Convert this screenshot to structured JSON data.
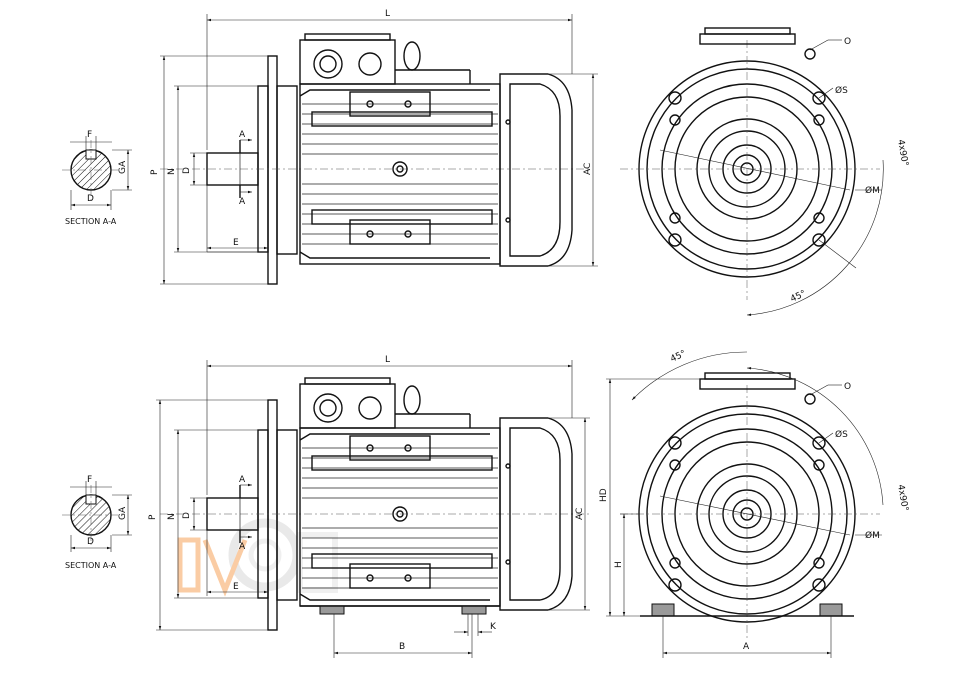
{
  "top_view": {
    "side": {
      "L": "L",
      "AC": "AC",
      "P": "P",
      "N": "N",
      "D": "D",
      "E": "E",
      "A1": "A",
      "A2": "A"
    },
    "section": {
      "F": "F",
      "GA": "GA",
      "D": "D",
      "caption": "SECTION A-A"
    },
    "end": {
      "O": "O",
      "S": "ØS",
      "M": "ØM",
      "holes": "4x90°",
      "angle": "45°"
    }
  },
  "bottom_view": {
    "side": {
      "L": "L",
      "AC": "AC",
      "P": "P",
      "N": "N",
      "D": "D",
      "E": "E",
      "A1": "A",
      "A2": "A",
      "B": "B",
      "K": "K"
    },
    "section": {
      "F": "F",
      "GA": "GA",
      "D": "D",
      "caption": "SECTION A-A"
    },
    "end": {
      "O": "O",
      "S": "ØS",
      "M": "ØM",
      "holes": "4x90°",
      "angle": "45°",
      "HD": "HD",
      "H": "H",
      "A": "A"
    }
  },
  "colors": {
    "line": "#111111",
    "watermark": "#f6a35a",
    "watermark_gear": "#d8d8d8"
  }
}
